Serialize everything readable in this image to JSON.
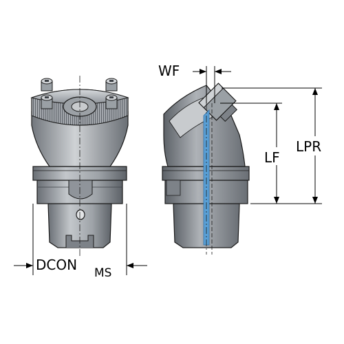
{
  "dimensions": {
    "dcon": "DCON",
    "dcon_sub": "MS",
    "wf": "WF",
    "lf": "LF",
    "lpr": "LPR"
  },
  "colors": {
    "metal_light": "#b4b8bd",
    "metal_mid": "#8e9399",
    "metal_dark": "#5d6268",
    "outline": "#1a1a1a",
    "coolant": "#5aa0d6",
    "dimension": "#000000"
  }
}
